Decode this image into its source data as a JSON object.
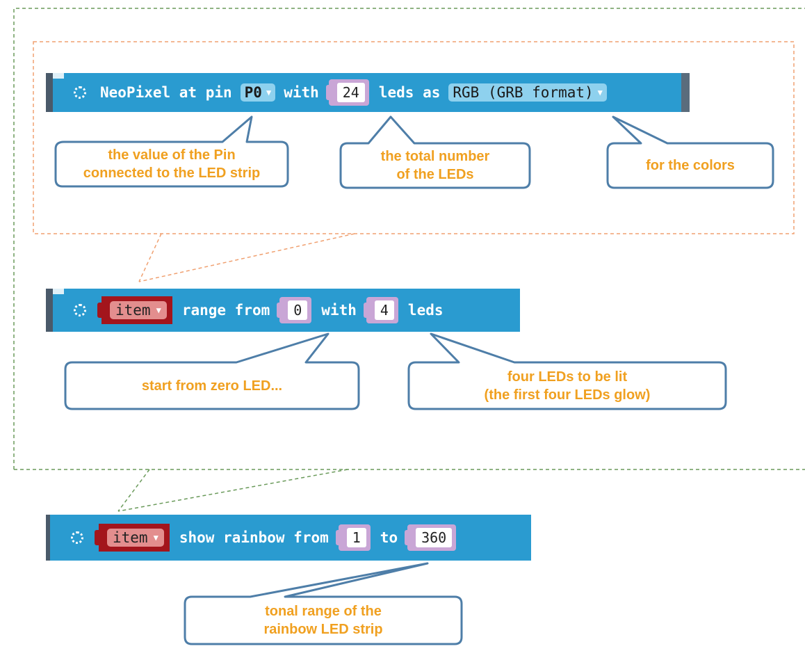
{
  "blocks": {
    "neopixel": {
      "label_neopixel_at_pin": "NeoPixel at pin",
      "pin_value": "P0",
      "label_with": "with",
      "led_count": "24",
      "label_leds_as": "leds as",
      "color_format": "RGB (GRB format)"
    },
    "range": {
      "var_name": "item",
      "label_range_from": "range from",
      "start": "0",
      "label_with": "with",
      "count": "4",
      "label_leds": "leds"
    },
    "rainbow": {
      "var_name": "item",
      "label_show_rainbow_from": "show rainbow from",
      "from": "1",
      "label_to": "to",
      "to": "360"
    }
  },
  "callouts": {
    "pin": [
      "the value of the Pin",
      "connected to the LED strip"
    ],
    "total": [
      "the total number",
      "of the LEDs"
    ],
    "colors": [
      "for the colors"
    ],
    "start": [
      "start from zero LED..."
    ],
    "four": [
      "four LEDs to be lit",
      "(the first four LEDs glow)"
    ],
    "tonal": [
      "tonal range of the",
      "rainbow LED strip"
    ]
  },
  "colors": {
    "block_blue": "#2a9bd0",
    "callout_text": "#f0a020",
    "callout_border": "#4e7ea8",
    "orange_dash": "#f0a070",
    "green_dash": "#6a9a5a",
    "number_slot": "#c9a6d6",
    "variable_red": "#a3151c"
  }
}
